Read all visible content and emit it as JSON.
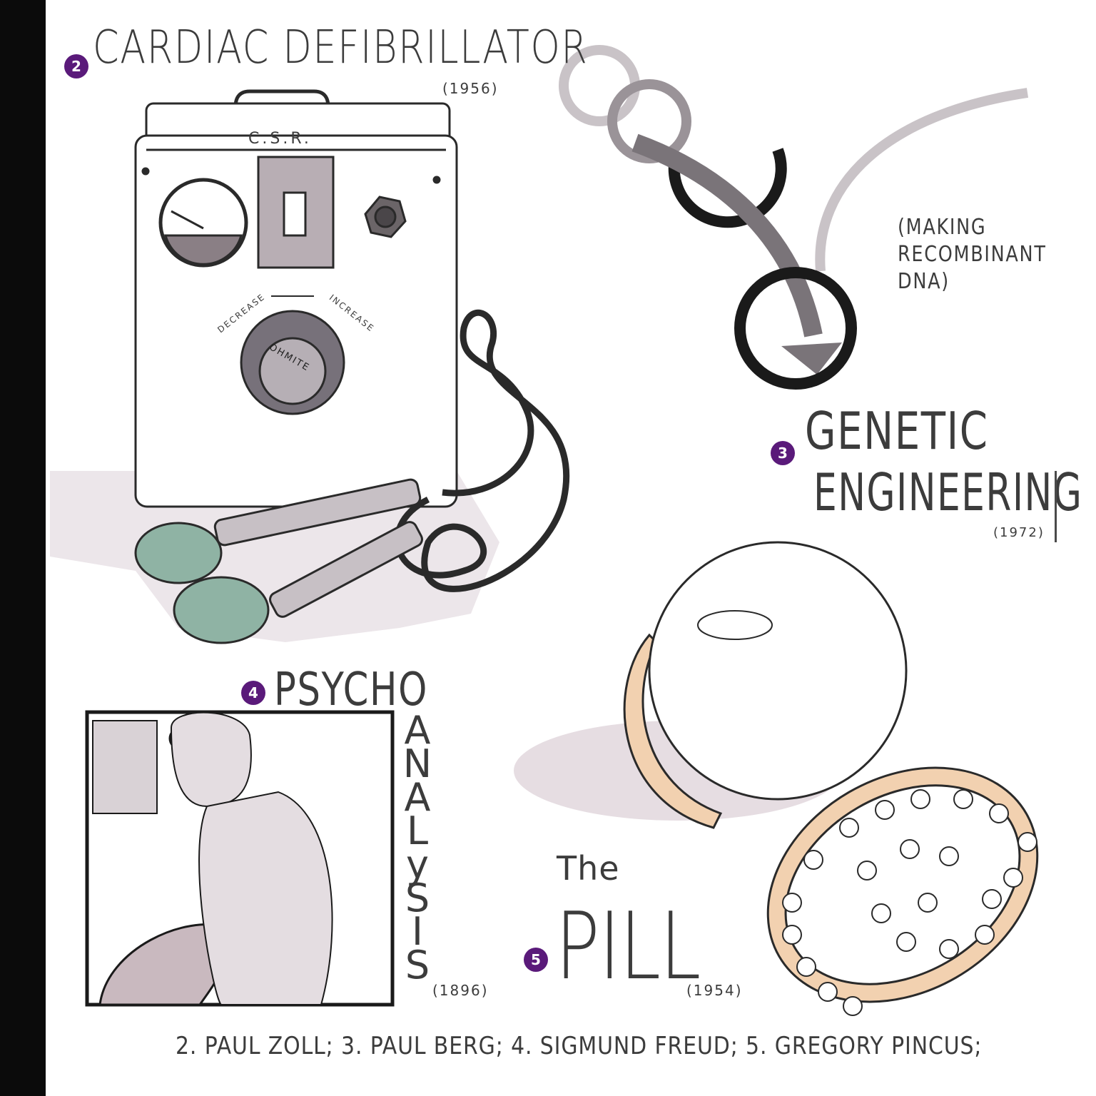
{
  "inventions": {
    "cardiac": {
      "number": "2",
      "title": "CARDIAC DEFIBRILLATOR",
      "year": "(1956)",
      "device_label": "C.S.R.",
      "dial_left": "DECREASE",
      "dial_right": "INCREASE",
      "knob_label": "OHMITE"
    },
    "genetic": {
      "number": "3",
      "title_line1": "GENETIC",
      "title_line2": "ENGINEERING",
      "year": "(1972)",
      "caption": "(MAKING\nRECOMBINANT\nDNA)"
    },
    "psycho": {
      "number": "4",
      "title": "PSYCHO",
      "vertical_word": [
        "A",
        "N",
        "A",
        "L",
        "y",
        "S",
        "I",
        "S"
      ],
      "year": "(1896)"
    },
    "pill": {
      "number": "5",
      "the": "The",
      "title": "PILL",
      "year": "(1954)"
    }
  },
  "credits": "2. PAUL ZOLL; 3. PAUL BERG; 4. SIGMUND FREUD; 5. GREGORY PINCUS;",
  "colors": {
    "sidebar": "#0b0b0b",
    "badge": "#5a1a7a",
    "paddle": "#8fb3a4",
    "compact": "#f2d1b0",
    "shadow": "#e6dde2"
  }
}
